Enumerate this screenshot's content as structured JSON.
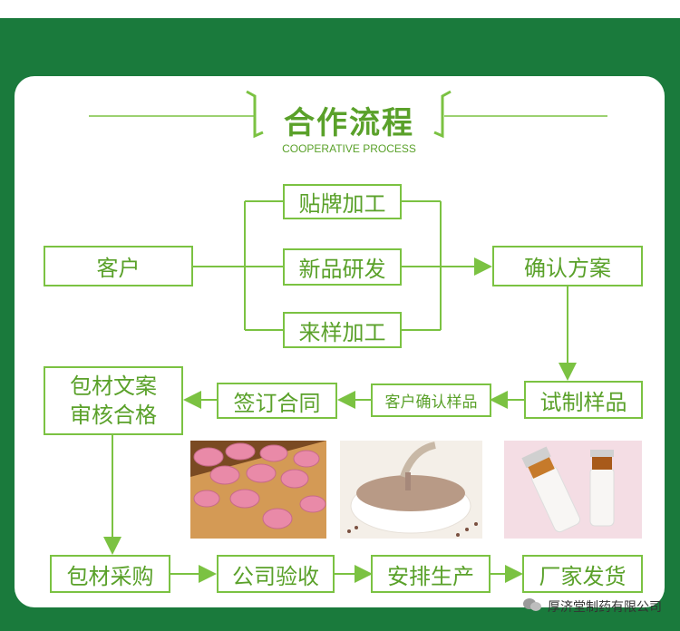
{
  "header": {
    "title": "合作流程",
    "subtitle": "COOPERATIVE PROCESS"
  },
  "nodes": {
    "customer": "客户",
    "oem": "贴牌加工",
    "new_product": "新品研发",
    "sample_processing": "来样加工",
    "confirm_plan": "确认方案",
    "trial_sample": "试制样品",
    "customer_confirm_sample": "客户确认样品",
    "sign_contract": "签订合同",
    "packaging_copy_line1": "包材文案",
    "packaging_copy_line2": "审核合格",
    "packaging_purchase": "包材采购",
    "company_inspection": "公司验收",
    "arrange_production": "安排生产",
    "factory_shipping": "厂家发货"
  },
  "watermark": {
    "text": "厚济堂制药有限公司",
    "icon": "wechat-icon"
  },
  "colors": {
    "background": "#1a7a3c",
    "accent": "#7bc242",
    "text": "#5aa12a"
  }
}
